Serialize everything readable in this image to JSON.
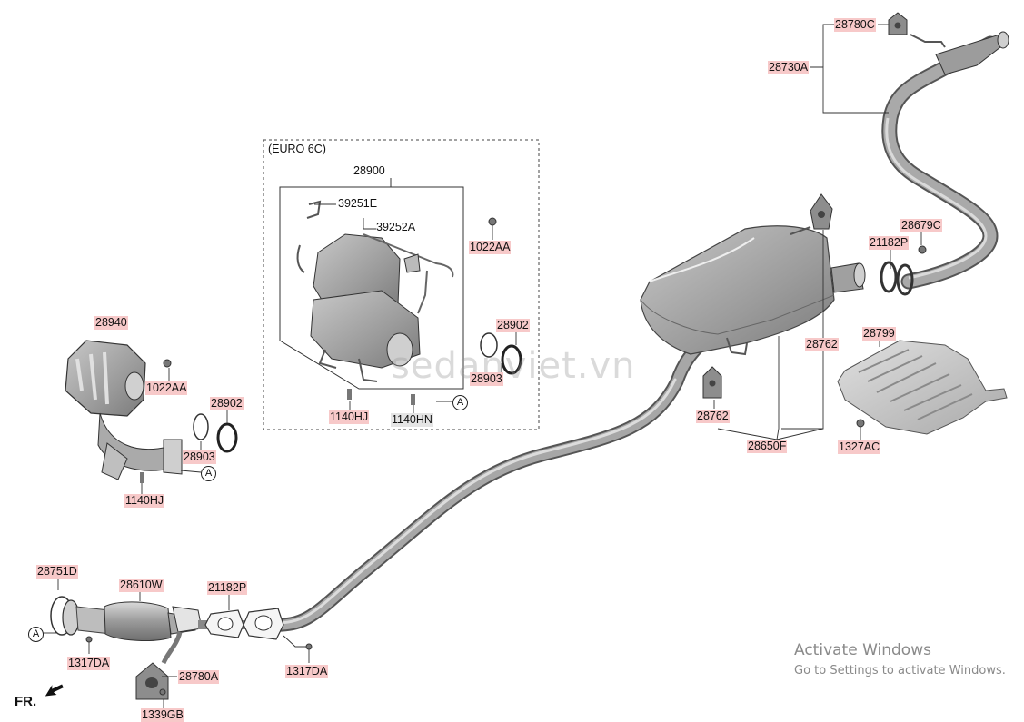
{
  "box_title": "(EURO 6C)",
  "labels": {
    "p28780C": "28780C",
    "p28730A": "28730A",
    "p28900": "28900",
    "p39251E": "39251E",
    "p39252A": "39252A",
    "p1022AA_a": "1022AA",
    "p28940": "28940",
    "p1022AA_b": "1022AA",
    "p28902_a": "28902",
    "p28903_a": "28903",
    "p28902_b": "28902",
    "p28903_b": "28903",
    "p1140HJ_a": "1140HJ",
    "p1140HN": "1140HN",
    "p1140HJ_b": "1140HJ",
    "p28679C": "28679C",
    "p21182P_a": "21182P",
    "p28762_a": "28762",
    "p28799": "28799",
    "p28762_b": "28762",
    "p28650F": "28650F",
    "p1327AC": "1327AC",
    "p28751D": "28751D",
    "p28610W": "28610W",
    "p21182P_b": "21182P",
    "p1317DA_a": "1317DA",
    "p28780A": "28780A",
    "p1317DA_b": "1317DA",
    "p1339GB": "1339GB"
  },
  "callout_letter": "A",
  "watermark": "sedanviet.vn",
  "activation": {
    "title": "Activate Windows",
    "subtitle": "Go to Settings to activate Windows."
  },
  "front_marker": "FR."
}
